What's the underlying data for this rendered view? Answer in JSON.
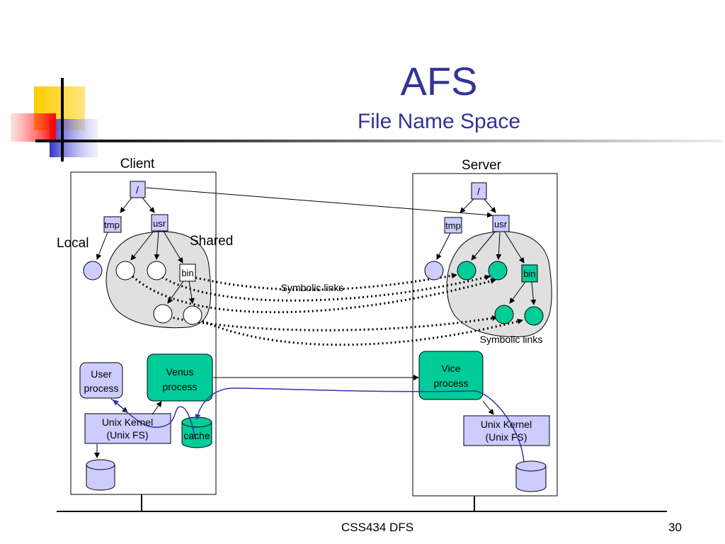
{
  "slide": {
    "title": "AFS",
    "subtitle": "File Name Space",
    "footer": "CSS434 DFS",
    "page_number": "30"
  },
  "diagram": {
    "client_label": "Client",
    "server_label": "Server",
    "local_label": "Local",
    "shared_label": "Shared",
    "root": "/",
    "tmp": "tmp",
    "usr": "usr",
    "bin": "bin",
    "symlinks_label": "Symbolic links",
    "symlinks_label_server": "Symbolic links",
    "user_process_line1": "User",
    "user_process_line2": "process",
    "venus_line1": "Venus",
    "venus_line2": "process",
    "vice_line1": "Vice",
    "vice_line2": "process",
    "unix_kernel_line1": "Unix Kernel",
    "unix_kernel_line2": "(Unix FS)",
    "cache": "cache"
  },
  "colors": {
    "title": "#333399",
    "node_local": "#ccccff",
    "node_server": "#00cc99",
    "shared_area": "#e0e0e0",
    "link_curve": "#3333aa"
  }
}
